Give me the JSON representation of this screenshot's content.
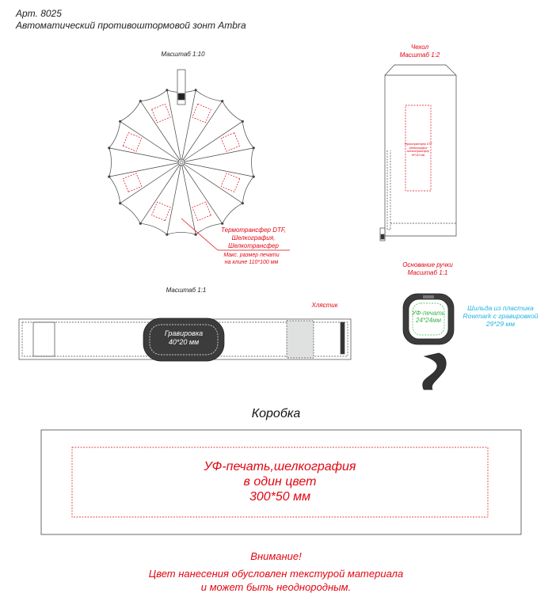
{
  "header": {
    "article": "Арт. 8025",
    "product": "Автоматический противоштормовой зонт Ambra"
  },
  "umbrella": {
    "scale": "Масштаб 1:10",
    "method_line1": "Термотрансфер DTF,",
    "method_line2": "Шелкография,",
    "method_line3": "Шелкотрансфер",
    "size_line1": "Макс. размер печати",
    "size_line2": "на клине 110*100 мм"
  },
  "cover": {
    "title": "Чехол",
    "scale": "Масштаб 1:2",
    "print_line1": "Термотрансфер DTF",
    "print_line2": "Шелкография",
    "print_line3": "Шелкотрансфер",
    "print_line4": "60*110 мм"
  },
  "handle": {
    "title": "Основание ручки",
    "scale": "Масштаб 1:1",
    "print_line1": "УФ-печать",
    "print_line2": "24*24мм",
    "plate_line1": "Шильда из пластика",
    "plate_line2": "Rowmark с гравировкой",
    "plate_line3": "29*29 мм"
  },
  "strap": {
    "scale": "Масштаб 1:1",
    "label": "Хлястик",
    "engrave_line1": "Гравировка",
    "engrave_line2": "40*20 мм"
  },
  "box": {
    "title": "Коробка",
    "line1": "УФ-печать,шелкография",
    "line2": "в один цвет",
    "line3": "300*50 мм"
  },
  "warning": {
    "title": "Внимание!",
    "line1": "Цвет нанесения обусловлен текстурой материала",
    "line2": "и может быть неоднородным."
  },
  "colors": {
    "accent_red": "#e30613",
    "accent_cyan": "#1fb4e6",
    "accent_green": "#39b54a",
    "dark": "#3c3c3c"
  }
}
